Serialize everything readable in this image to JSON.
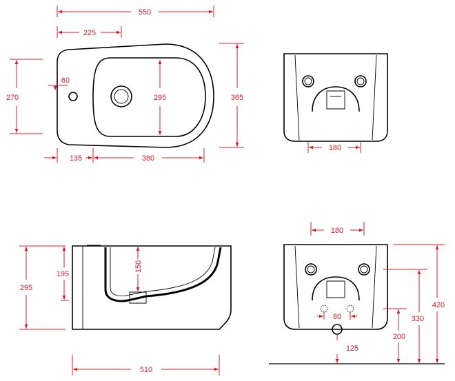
{
  "colors": {
    "dimension": "#d4212a",
    "outline": "#000000",
    "background": "#ffffff"
  },
  "top_view": {
    "width_total": "550",
    "tap_offset": "225",
    "height_rear": "270",
    "tap_hole": "60",
    "bowl_depth": "295",
    "total_depth": "365",
    "rear_offset": "135",
    "bowl_length": "380"
  },
  "rear_view_top": {
    "fixing_distance": "180"
  },
  "side_view": {
    "height_total": "295",
    "rim_height": "195",
    "bowl_drop": "150",
    "length": "510"
  },
  "rear_view_install": {
    "fixing_distance": "180",
    "supply_spacing": "80",
    "height_overall": "420",
    "fixing_height": "330",
    "supply_height": "200",
    "drain_height": "125"
  }
}
